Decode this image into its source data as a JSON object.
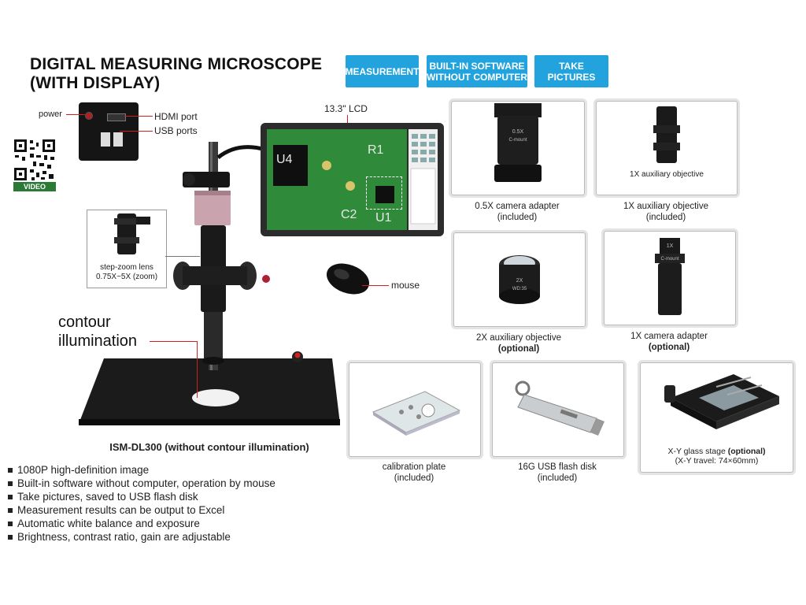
{
  "title": {
    "line1": "DIGITAL MEASURING MICROSCOPE",
    "line2": "(WITH DISPLAY)"
  },
  "tags": [
    {
      "line1": "MEASUREMENT",
      "line2": ""
    },
    {
      "line1": "BUILT-IN SOFTWARE",
      "line2": "WITHOUT COMPUTER"
    },
    {
      "line1": "TAKE PICTURES",
      "line2": ""
    }
  ],
  "qr": {
    "label": "VIDEO"
  },
  "callouts": {
    "power": "power",
    "hdmi": "HDMI port",
    "usb": "USB ports",
    "lcd": "13.3\" LCD",
    "mouse": "mouse",
    "zoom_line1": "step-zoom lens",
    "zoom_line2": "0.75X~5X (zoom)",
    "contour_line1": "contour",
    "contour_line2": "illumination"
  },
  "pcb_labels": {
    "u4": "U4",
    "r1": "R1",
    "c2": "C2",
    "u1": "U1"
  },
  "product_caption": "ISM-DL300 (without contour illumination)",
  "accessories": [
    {
      "name_line1": "0.5X camera adapter",
      "name_line2": "(included)",
      "engraving1": "0.5X",
      "engraving2": "C-mount"
    },
    {
      "name_line1": "1X auxiliary objective",
      "name_line2": "(included)",
      "inner_label": "1X auxiliary objective"
    },
    {
      "name_line1": "2X auxiliary objective",
      "name_line2": "(optional)",
      "engraving1": "2X",
      "engraving2": "WD:35"
    },
    {
      "name_line1": "1X camera adapter",
      "name_line2": "(optional)",
      "engraving1": "1X",
      "engraving2": "C-mount"
    },
    {
      "name_line1": "calibration plate",
      "name_line2": "(included)"
    },
    {
      "name_line1": "16G USB flash disk",
      "name_line2": "(included)"
    },
    {
      "name_line1": "X-Y glass stage ",
      "name_bold": "(optional)",
      "name_line2": "(X-Y travel: 74×60mm)"
    }
  ],
  "features": [
    "1080P high-definition image",
    "Built-in software without computer, operation by mouse",
    "Take pictures, saved to USB flash disk",
    "Measurement results can be output to Excel",
    "Automatic white balance and exposure",
    "Brightness, contrast ratio, gain are adjustable"
  ],
  "colors": {
    "tag_blue": "#23a3dd",
    "callout_red": "#d02020",
    "pcb_green": "#2f8a3a"
  }
}
